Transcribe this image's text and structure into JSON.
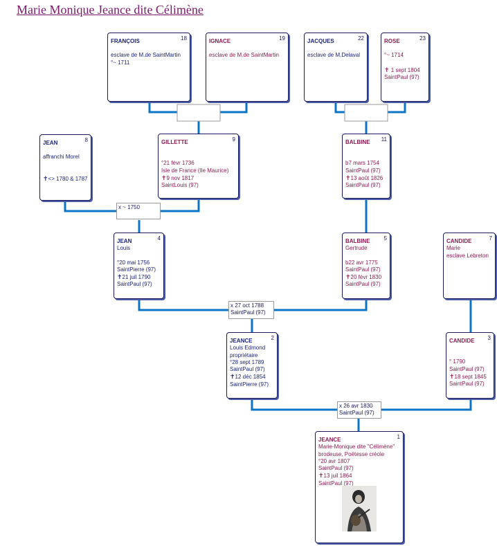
{
  "page": {
    "title": "Marie Monique Jeance dite Célimène"
  },
  "persons": {
    "p18": {
      "num": "18",
      "name": "FRANÇOIS",
      "lines": [
        "esclave de M.de SaintMartin",
        "°~ 1711"
      ]
    },
    "p19": {
      "num": "19",
      "name": "IGNACE",
      "lines": [
        "esclave de M.de SaintMartin"
      ]
    },
    "p22": {
      "num": "22",
      "name": "JACQUES",
      "lines": [
        "esclave de M.Delaval"
      ]
    },
    "p23": {
      "num": "23",
      "name": "ROSE",
      "lines": [
        "°~ 1714"
      ],
      "death": "1 sept 1804",
      "place": "SaintPaul (97)"
    },
    "p8": {
      "num": "8",
      "name": "JEAN",
      "lines": [
        "affranchi Morel"
      ],
      "death": "<> 1780 & 1787"
    },
    "p9": {
      "num": "9",
      "name": "GILLETTE",
      "lines": [
        "°21 févr 1736",
        "Isle de France (Ile Maurice)"
      ],
      "death": "9 nov 1817",
      "place": "SaintLouis (97)"
    },
    "p11": {
      "num": "11",
      "name": "BALBINE",
      "lines": [
        "b7 mars 1754",
        "SaintPaul (97)"
      ],
      "death": "13 août 1826",
      "place": "SaintPaul (97)"
    },
    "p4": {
      "num": "4",
      "name": "JEAN",
      "given": "Louis",
      "lines": [
        "°20 mai 1756",
        "SaintPierre (97)"
      ],
      "death": "21 juil 1790",
      "place": "SaintPaul (97)"
    },
    "p5": {
      "num": "5",
      "name": "BALBINE",
      "given": "Gertrude",
      "lines": [
        "b22 avr 1775",
        "SaintPaul (97)"
      ],
      "death": "20 févr 1830",
      "place": "SaintPaul (97)"
    },
    "p7": {
      "num": "7",
      "name": "CANDIDE",
      "given": "Marie",
      "lines": [
        "esclave Lebreton"
      ]
    },
    "p2": {
      "num": "2",
      "name": "JEANCE",
      "given": "Louis Edmond",
      "lines": [
        "propriétaire",
        "°28 sept 1789",
        "SaintPaul (97)"
      ],
      "death": "12 déc 1854",
      "place": "SaintPierre (97)"
    },
    "p3": {
      "num": "3",
      "name": "CANDIDE",
      "lines": [
        "° 1790",
        "SaintPaul (97)"
      ],
      "death": "18 sept 1845",
      "place": "SaintPaul (97)"
    },
    "p1": {
      "num": "1",
      "name": "JEANCE",
      "given": "Marie-Monique dite \"Célimène\"",
      "lines": [
        "brodeuse, Poëtesse créole",
        "°20 avr 1807",
        "SaintPaul (97)"
      ],
      "death": "13 juil 1864",
      "place": "SaintPaul (97)"
    }
  },
  "marriages": {
    "m8_9": {
      "date": "x ~ 1750"
    },
    "m4_5": {
      "date": "x 27 oct 1788",
      "place": "SaintPaul (97)"
    },
    "m2_3": {
      "date": "x 26 avr 1830",
      "place": "SaintPaul (97)"
    }
  },
  "colors": {
    "line": "#0b74c4",
    "male": "#1a237e",
    "female": "#8e1a50",
    "title": "#7a1a6a"
  },
  "icons": {
    "death": "cross-icon",
    "portrait": "portrait-engraving-icon"
  }
}
